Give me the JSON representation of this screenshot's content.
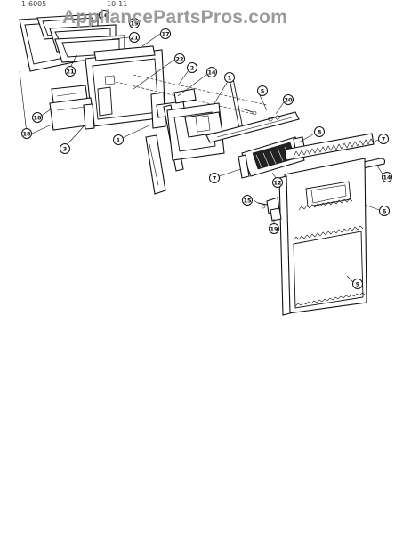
{
  "header": {
    "left_text": "1-6005",
    "right_text": "10-11"
  },
  "watermark": {
    "text": "AppliancePartsPros.com"
  },
  "callouts": [
    "16",
    "19",
    "21",
    "17",
    "21",
    "22",
    "14",
    "1",
    "5",
    "20",
    "2",
    "18",
    "18",
    "3",
    "1",
    "7",
    "8",
    "7",
    "12",
    "14",
    "15",
    "6",
    "19",
    "9"
  ]
}
